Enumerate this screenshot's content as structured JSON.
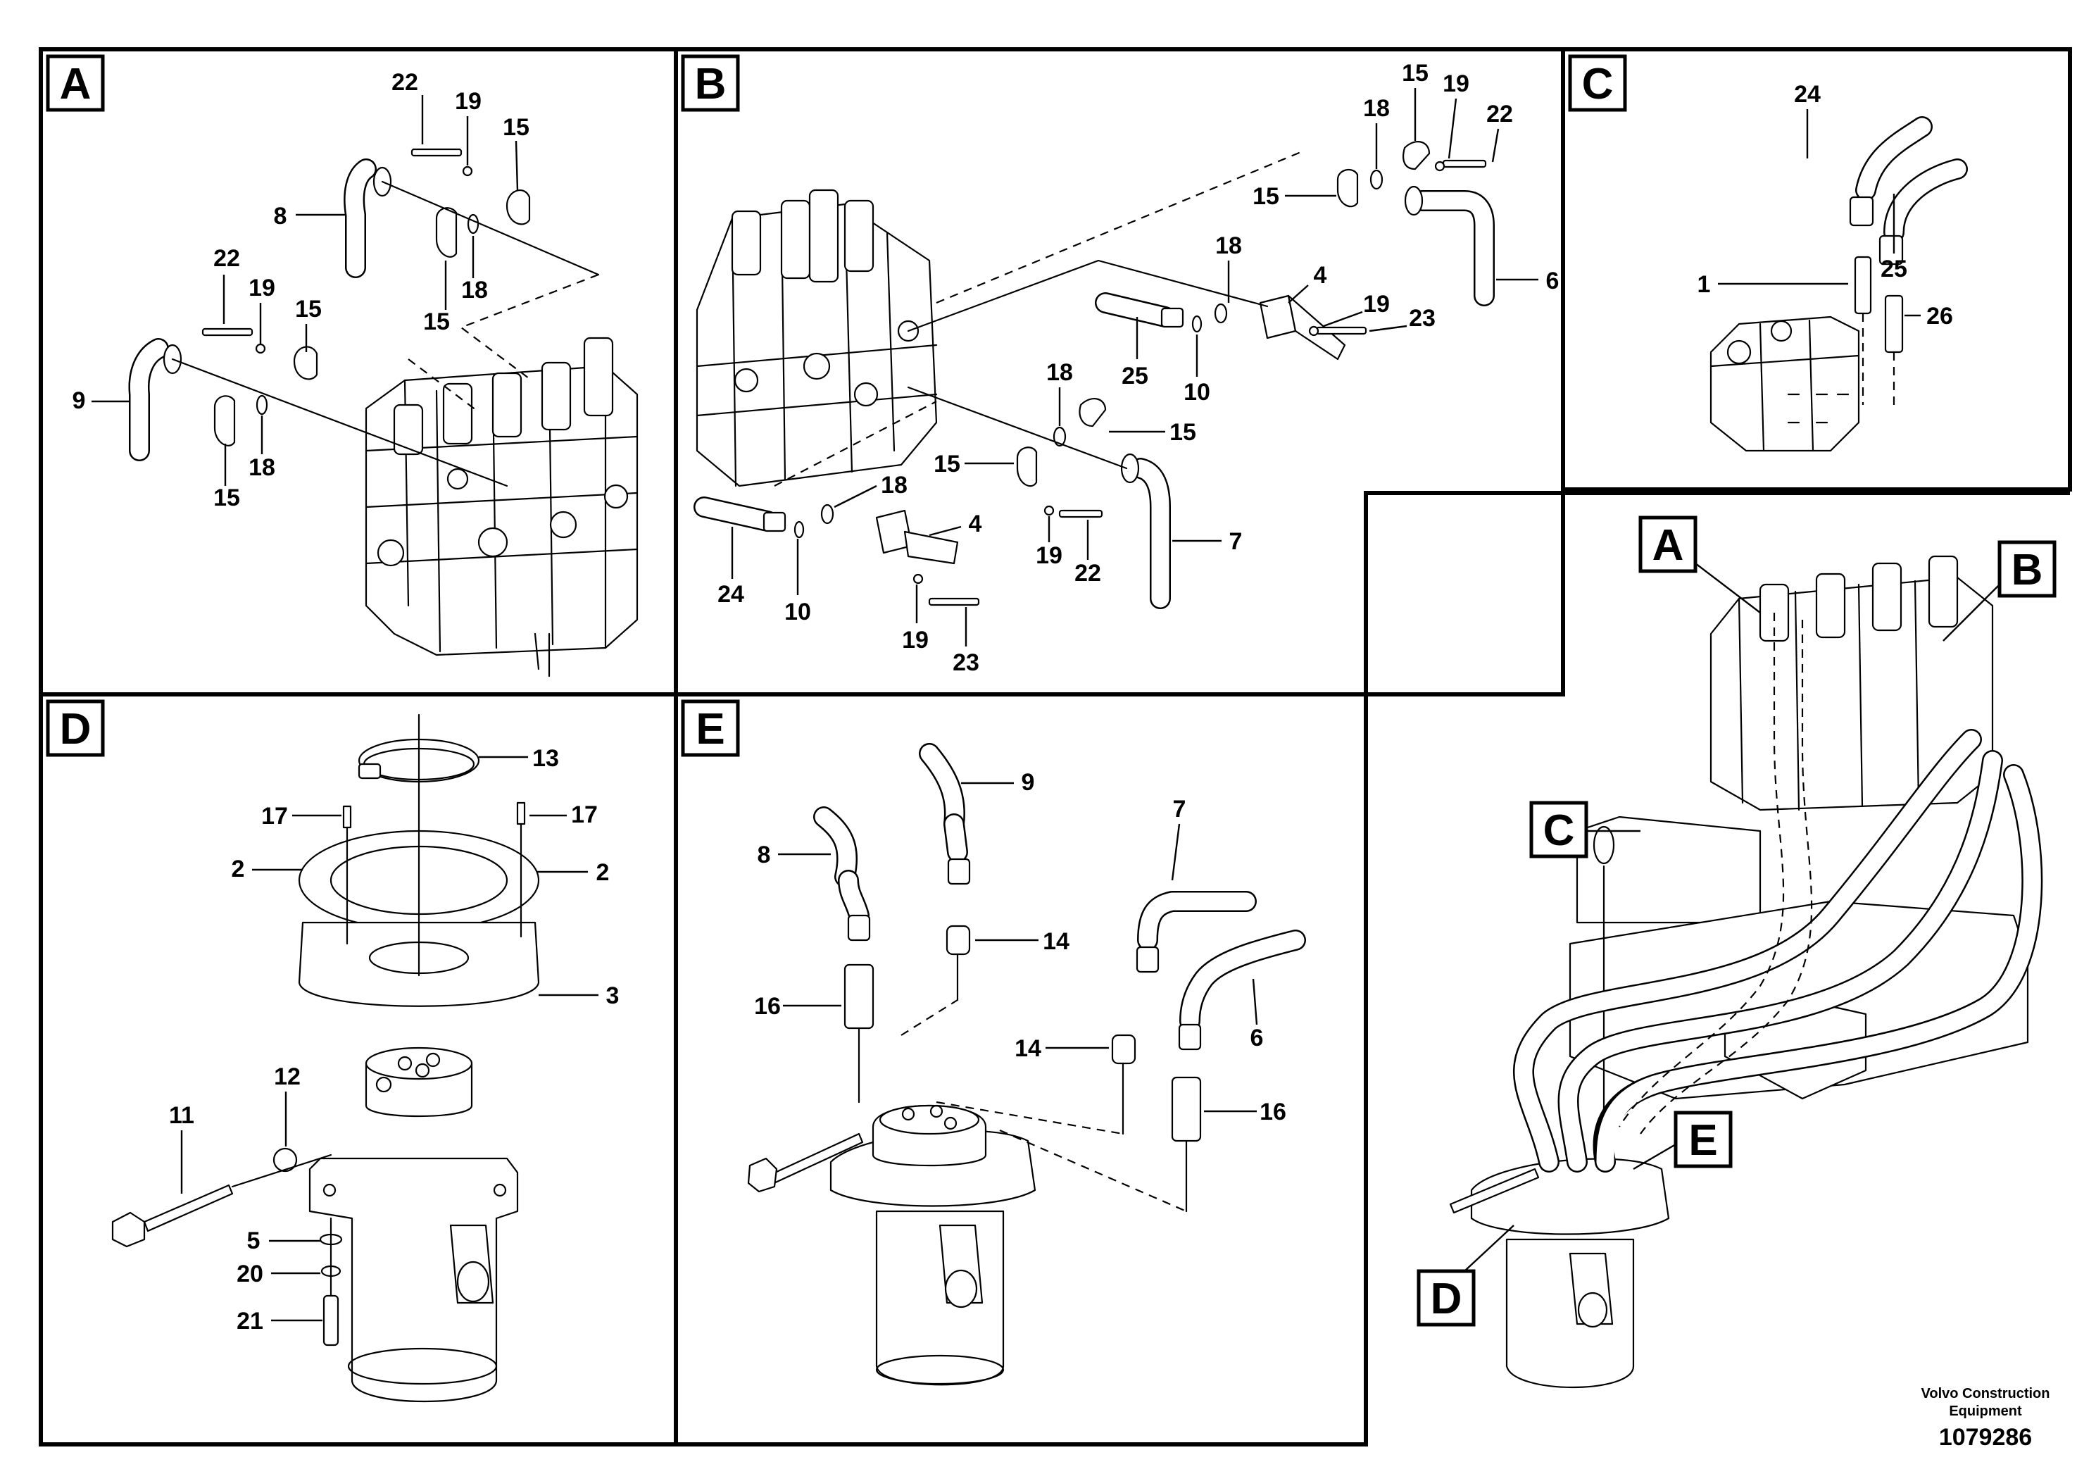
{
  "panels": {
    "A": {
      "label": "A",
      "callouts": [
        "22",
        "19",
        "15",
        "8",
        "18",
        "15",
        "22",
        "19",
        "15",
        "9",
        "15",
        "18"
      ]
    },
    "B": {
      "label": "B",
      "callouts": [
        "15",
        "19",
        "22",
        "18",
        "15",
        "6",
        "18",
        "4",
        "19",
        "23",
        "25",
        "10",
        "18",
        "15",
        "15",
        "7",
        "18",
        "4",
        "24",
        "10",
        "19",
        "22",
        "19",
        "23"
      ]
    },
    "C": {
      "label": "C",
      "callouts": [
        "24",
        "25",
        "1",
        "26"
      ]
    },
    "D": {
      "label": "D",
      "callouts": [
        "13",
        "17",
        "17",
        "2",
        "2",
        "3",
        "12",
        "11",
        "5",
        "20",
        "21"
      ]
    },
    "E": {
      "label": "E",
      "callouts": [
        "9",
        "8",
        "7",
        "14",
        "14",
        "6",
        "16",
        "16"
      ]
    },
    "overview": {
      "labels": [
        "A",
        "B",
        "C",
        "D",
        "E"
      ]
    }
  },
  "footer": {
    "company_line1": "Volvo Construction",
    "company_line2": "Equipment",
    "drawing_number": "1079286"
  }
}
